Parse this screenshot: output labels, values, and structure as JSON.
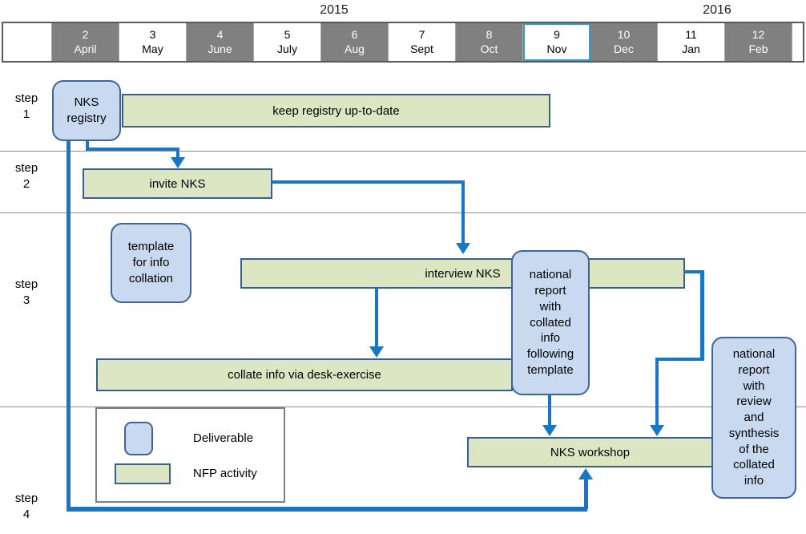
{
  "timeline": {
    "years": {
      "y2015": "2015",
      "y2016": "2016"
    },
    "months": [
      {
        "num": "2",
        "name": "April"
      },
      {
        "num": "3",
        "name": "May"
      },
      {
        "num": "4",
        "name": "June"
      },
      {
        "num": "5",
        "name": "July"
      },
      {
        "num": "6",
        "name": "Aug"
      },
      {
        "num": "7",
        "name": "Sept"
      },
      {
        "num": "8",
        "name": "Oct"
      },
      {
        "num": "9",
        "name": "Nov"
      },
      {
        "num": "10",
        "name": "Dec"
      },
      {
        "num": "11",
        "name": "Jan"
      },
      {
        "num": "12",
        "name": "Feb"
      }
    ],
    "highlighted_month": "9 Nov"
  },
  "steps": [
    {
      "label": "step\n1"
    },
    {
      "label": "step\n2"
    },
    {
      "label": "step\n3"
    },
    {
      "label": "step\n4"
    }
  ],
  "activities": {
    "keep_registry": "keep registry up-to-date",
    "invite": "invite NKS",
    "interview": "interview NKS",
    "collate": "collate info via desk-exercise",
    "workshop": "NKS workshop"
  },
  "deliverables": {
    "nks_registry": "NKS\nregistry",
    "template": "template\nfor info\ncollation",
    "collated_report": "national\nreport\nwith\ncollated\ninfo\nfollowing\ntemplate",
    "review_report": "national\nreport\nwith\nreview\nand\nsynthesis\nof the\ncollated\ninfo"
  },
  "legend": {
    "deliverable_label": "Deliverable",
    "activity_label": "NFP activity"
  },
  "colors": {
    "activity_fill": "#dce6c3",
    "activity_border": "#376092",
    "deliverable_fill": "#c9d9ef",
    "deliverable_border": "#3d6596",
    "connector_blue": "#1877c5",
    "header_gray": "#808080",
    "highlight_border": "#2e9ad8"
  }
}
